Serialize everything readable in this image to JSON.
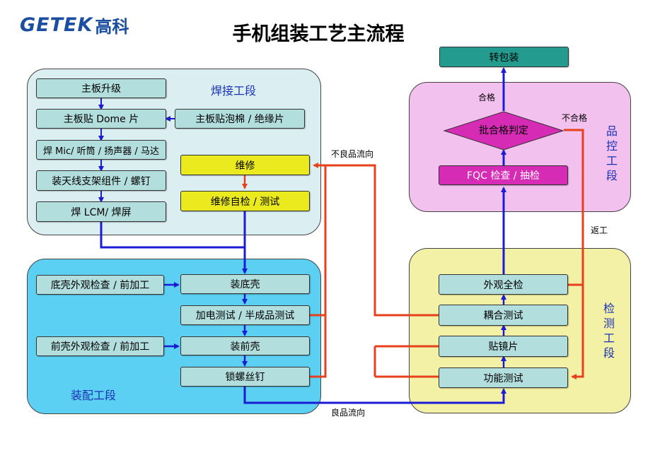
{
  "logo": {
    "text_en": "GETEK",
    "text_cn": "高科"
  },
  "title": "手机组装工艺主流程",
  "colors": {
    "blue_arrow": "#1b1bd6",
    "red_arrow": "#e8401c"
  },
  "sections": {
    "welding": "焊接工段",
    "assembly": "装配工段",
    "qc": "品控工段",
    "inspection": "检测工段"
  },
  "boxes": {
    "board_upgrade": "主板升级",
    "board_dome": "主板贴 Dome  片",
    "board_foam": "主板贴泡棉 / 绝缘片",
    "weld_mic": "焊 Mic/ 听筒 / 扬声器 / 马达",
    "antenna": "装天线支架组件 / 螺钉",
    "weld_lcm": "焊 LCM/ 焊屏",
    "repair": "维修",
    "repair_test": "维修自检 / 测试",
    "bottom_shell_check": "底壳外观检查 / 前加工",
    "install_bottom": "装底壳",
    "power_test": "加电测试 / 半成品测试",
    "front_shell_check": "前壳外观检查 / 前加工",
    "install_front": "装前壳",
    "lock_screw": "锁螺丝钉",
    "appearance_check": "外观全检",
    "coupling_test": "耦合测试",
    "lens": "贴镜片",
    "function_test": "功能测试",
    "fqc": "FQC 检查 / 抽检",
    "judge": "批合格判定",
    "packaging": "转包装"
  },
  "notes": {
    "pass": "合格",
    "fail": "不合格",
    "defect_flow": "不良品流向",
    "rework": "返工",
    "good_flow": "良品流向"
  }
}
